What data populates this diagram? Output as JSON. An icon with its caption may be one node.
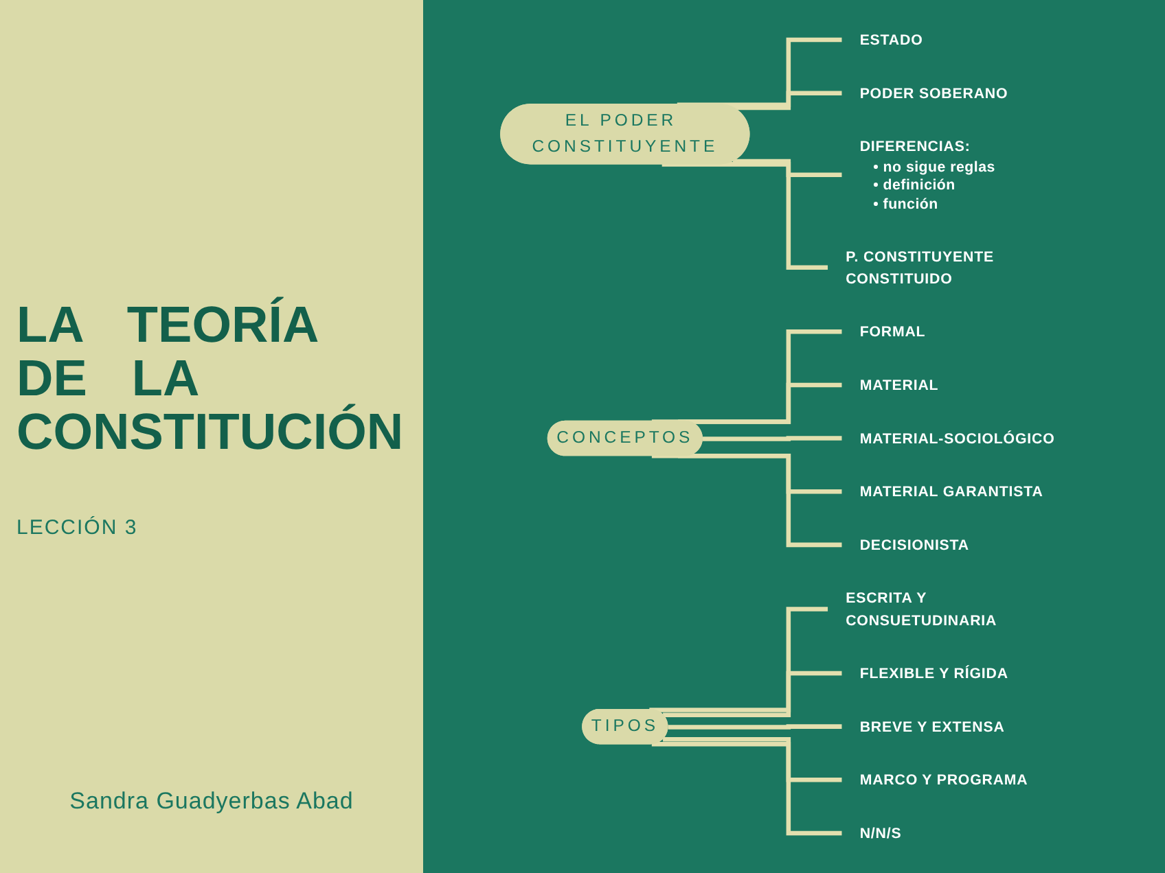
{
  "diagram": {
    "title": "LA TEORÍA DE LA CONSTITUCIÓN",
    "nodes": [
      {
        "text": [
          "EL PODER CONSTITUYENTE"
        ]
      },
      {
        "text": [
          "ESTADO"
        ]
      },
      {
        "text": [
          "PODER SOBERANO"
        ]
      },
      {
        "text": [
          "DIFERENCIAS:",
          "• no sigue reglas",
          "• definición",
          "• función"
        ]
      },
      {
        "text": [
          "P. CONSTITUYENTE CONSTITUIDO"
        ]
      },
      {
        "text": [
          "CONCEPTOS"
        ]
      },
      {
        "text": [
          "FORMAL"
        ]
      },
      {
        "text": [
          "MATERIAL"
        ]
      },
      {
        "text": [
          "MATERIAL-SOCIOLÓGICO"
        ]
      },
      {
        "text": [
          "MATERIAL GARANTISTA"
        ]
      },
      {
        "text": [
          "DECISIONISTA"
        ]
      },
      {
        "text": [
          "TIPOS"
        ]
      },
      {
        "text": [
          "ESCRITA Y CONSUETUDINARIA"
        ]
      },
      {
        "text": [
          "FLEXIBLE Y RÍGIDA"
        ]
      },
      {
        "text": [
          "BREVE Y EXTENSA"
        ]
      },
      {
        "text": [
          "MARCO Y PROGRAMA"
        ]
      },
      {
        "text": [
          "N/N/S"
        ]
      }
    ],
    "edges": [
      {
        "from": 0,
        "to": 1,
        "arrow": "none"
      },
      {
        "from": 0,
        "to": 2,
        "arrow": "none"
      },
      {
        "from": 0,
        "to": 3,
        "arrow": "none"
      },
      {
        "from": 0,
        "to": 4,
        "arrow": "none"
      },
      {
        "from": 5,
        "to": 6,
        "arrow": "none"
      },
      {
        "from": 5,
        "to": 7,
        "arrow": "none"
      },
      {
        "from": 5,
        "to": 8,
        "arrow": "none"
      },
      {
        "from": 5,
        "to": 9,
        "arrow": "none"
      },
      {
        "from": 5,
        "to": 10,
        "arrow": "none"
      },
      {
        "from": 11,
        "to": 12,
        "arrow": "none"
      },
      {
        "from": 11,
        "to": 13,
        "arrow": "none"
      },
      {
        "from": 11,
        "to": 14,
        "arrow": "none"
      },
      {
        "from": 11,
        "to": 15,
        "arrow": "none"
      },
      {
        "from": 11,
        "to": 16,
        "arrow": "none"
      }
    ],
    "labels": [
      "LECCIÓN 3",
      "Sandra Guadyerbas Abad"
    ]
  }
}
